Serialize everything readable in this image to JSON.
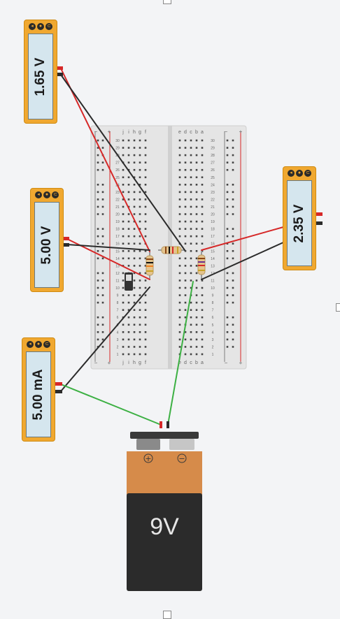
{
  "meters": [
    {
      "id": "meter-1",
      "reading": "1.65 V",
      "kind": "voltmeter"
    },
    {
      "id": "meter-2",
      "reading": "5.00 V",
      "kind": "voltmeter"
    },
    {
      "id": "meter-3",
      "reading": "5.00 mA",
      "kind": "ammeter"
    },
    {
      "id": "meter-4",
      "reading": "2.35 V",
      "kind": "voltmeter"
    }
  ],
  "meter_button_glyphs": [
    "◂",
    "●",
    "⊂"
  ],
  "battery": {
    "label": "9V",
    "plus": "+",
    "minus": "−"
  },
  "breadboard": {
    "rows": 30,
    "left_columns": [
      "f",
      "g",
      "h",
      "i",
      "j"
    ],
    "right_columns": [
      "a",
      "b",
      "c",
      "d",
      "e"
    ],
    "rail_plus": "+",
    "rail_minus": "−"
  },
  "colors": {
    "meter_body": "#f0a830",
    "meter_screen": "#d5e6ee",
    "wire_red": "#d62828",
    "wire_black": "#2b2b2b",
    "wire_green": "#3cb043",
    "battery_top": "#d68b4a",
    "battery_bottom": "#2b2b2b"
  }
}
